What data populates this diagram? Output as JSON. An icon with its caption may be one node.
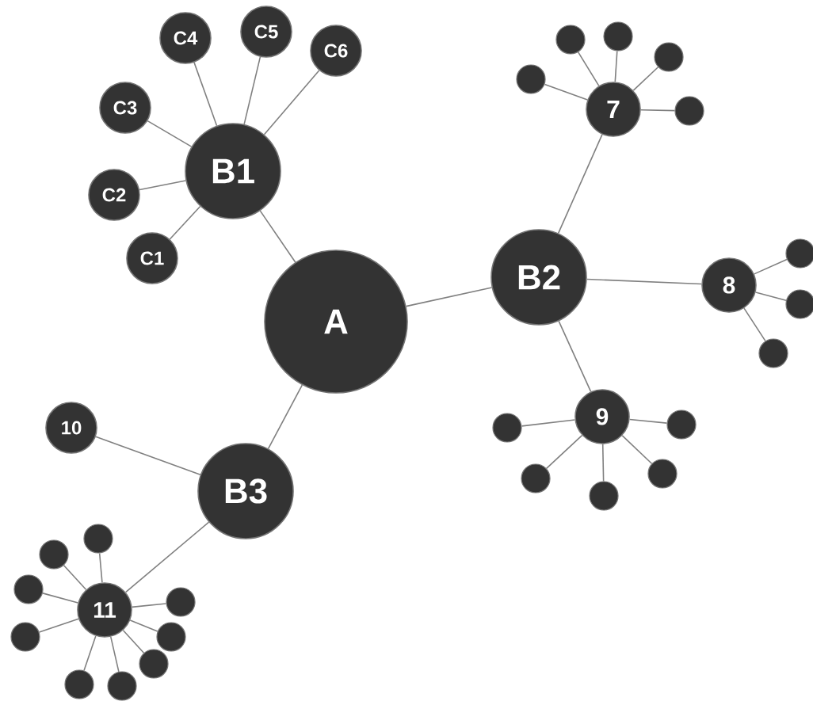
{
  "diagram": {
    "nodes": [
      {
        "text": [
          "C4"
        ]
      },
      {
        "text": [
          "C5"
        ]
      },
      {
        "text": [
          "C6"
        ]
      },
      {
        "text": [
          "C3"
        ]
      },
      {
        "text": [
          "B1"
        ]
      },
      {
        "text": [
          "7"
        ]
      },
      {
        "text": [
          "C2"
        ]
      },
      {
        "text": [
          "C1"
        ]
      },
      {
        "text": [
          "A"
        ]
      },
      {
        "text": [
          "B2"
        ]
      },
      {
        "text": [
          "8"
        ]
      },
      {
        "text": [
          "9"
        ]
      },
      {
        "text": [
          "10"
        ]
      },
      {
        "text": [
          "B3"
        ]
      },
      {
        "text": [
          "11"
        ]
      },
      {
        "text": [],
        "shape": "circle"
      },
      {
        "text": [],
        "shape": "circle"
      },
      {
        "text": [],
        "shape": "circle"
      },
      {
        "text": [],
        "shape": "circle"
      },
      {
        "text": [],
        "shape": "circle"
      },
      {
        "text": [],
        "shape": "circle"
      },
      {
        "text": [],
        "shape": "circle"
      },
      {
        "text": [],
        "shape": "circle"
      },
      {
        "text": [],
        "shape": "circle"
      },
      {
        "text": [],
        "shape": "circle"
      },
      {
        "text": [],
        "shape": "circle"
      },
      {
        "text": [],
        "shape": "circle"
      },
      {
        "text": [],
        "shape": "circle"
      },
      {
        "text": [],
        "shape": "circle"
      },
      {
        "text": [],
        "shape": "circle"
      },
      {
        "text": [],
        "shape": "circle"
      },
      {
        "text": [],
        "shape": "circle"
      },
      {
        "text": [],
        "shape": "circle"
      },
      {
        "text": [],
        "shape": "circle"
      },
      {
        "text": [],
        "shape": "circle"
      },
      {
        "text": [],
        "shape": "circle"
      },
      {
        "text": [],
        "shape": "circle"
      }
    ],
    "edges": [
      {
        "from": 4,
        "to": 8,
        "arrow": "none"
      },
      {
        "from": 8,
        "to": 9,
        "arrow": "none"
      },
      {
        "from": 8,
        "to": 13,
        "arrow": "none"
      },
      {
        "from": 4,
        "to": 7,
        "arrow": "none"
      },
      {
        "from": 4,
        "to": 6,
        "arrow": "none"
      },
      {
        "from": 4,
        "to": 3,
        "arrow": "none"
      },
      {
        "from": 4,
        "to": 0,
        "arrow": "none"
      },
      {
        "from": 4,
        "to": 1,
        "arrow": "none"
      },
      {
        "from": 4,
        "to": 2,
        "arrow": "none"
      },
      {
        "from": 9,
        "to": 5,
        "arrow": "none"
      },
      {
        "from": 9,
        "to": 10,
        "arrow": "none"
      },
      {
        "from": 9,
        "to": 11,
        "arrow": "none"
      },
      {
        "from": 13,
        "to": 12,
        "arrow": "none"
      },
      {
        "from": 13,
        "to": 14,
        "arrow": "none"
      },
      {
        "from": 5,
        "to": 15,
        "arrow": "none"
      },
      {
        "from": 5,
        "to": 16,
        "arrow": "none"
      },
      {
        "from": 5,
        "to": 17,
        "arrow": "none"
      },
      {
        "from": 5,
        "to": 18,
        "arrow": "none"
      },
      {
        "from": 5,
        "to": 19,
        "arrow": "none"
      },
      {
        "from": 10,
        "to": 20,
        "arrow": "none"
      },
      {
        "from": 10,
        "to": 21,
        "arrow": "none"
      },
      {
        "from": 10,
        "to": 22,
        "arrow": "none"
      },
      {
        "from": 11,
        "to": 23,
        "arrow": "none"
      },
      {
        "from": 11,
        "to": 24,
        "arrow": "none"
      },
      {
        "from": 11,
        "to": 25,
        "arrow": "none"
      },
      {
        "from": 11,
        "to": 26,
        "arrow": "none"
      },
      {
        "from": 11,
        "to": 27,
        "arrow": "none"
      },
      {
        "from": 14,
        "to": 28,
        "arrow": "none"
      },
      {
        "from": 14,
        "to": 29,
        "arrow": "none"
      },
      {
        "from": 14,
        "to": 30,
        "arrow": "none"
      },
      {
        "from": 14,
        "to": 31,
        "arrow": "none"
      },
      {
        "from": 14,
        "to": 32,
        "arrow": "none"
      },
      {
        "from": 14,
        "to": 33,
        "arrow": "none"
      },
      {
        "from": 14,
        "to": 34,
        "arrow": "none"
      },
      {
        "from": 14,
        "to": 35,
        "arrow": "none"
      },
      {
        "from": 14,
        "to": 36,
        "arrow": "none"
      }
    ]
  }
}
